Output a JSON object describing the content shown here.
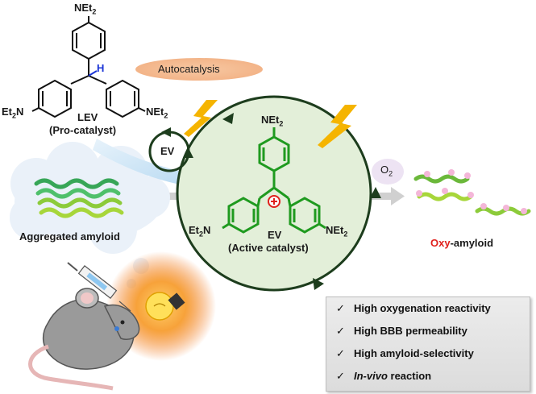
{
  "labels": {
    "autocatalysis": "Autocatalysis",
    "lev": "LEV",
    "pro_catalyst": "(Pro-catalyst)",
    "ev_small": "EV",
    "ev_main": "EV",
    "active_catalyst": "(Active catalyst)",
    "aggregated_amyloid": "Aggregated amyloid",
    "oxy_prefix": "Oxy",
    "oxy_suffix": "-amyloid",
    "o2_base": "O",
    "o2_sub": "2",
    "hydrogen": "H"
  },
  "substituents": {
    "net2": "NEt",
    "sub2": "2",
    "et2n_base": "Et",
    "et2n_n": "N"
  },
  "checklist": {
    "mark": "✓",
    "items": [
      {
        "text": "High oxygenation reactivity"
      },
      {
        "text": "High BBB permeability"
      },
      {
        "text": "High amyloid-selectivity"
      },
      {
        "text_italic": "In-vivo",
        "text_rest": " reaction"
      }
    ]
  },
  "colors": {
    "green_structure": "#1f9a1f",
    "cycle_fill": "#e3efd9",
    "oxy_red": "#e0201c",
    "autocatalysis_pill": "#f4b98e",
    "lightning": "#f5b400",
    "arrow_gray": "#c8c8c8",
    "blue_arrow": "#bcdcf2"
  }
}
